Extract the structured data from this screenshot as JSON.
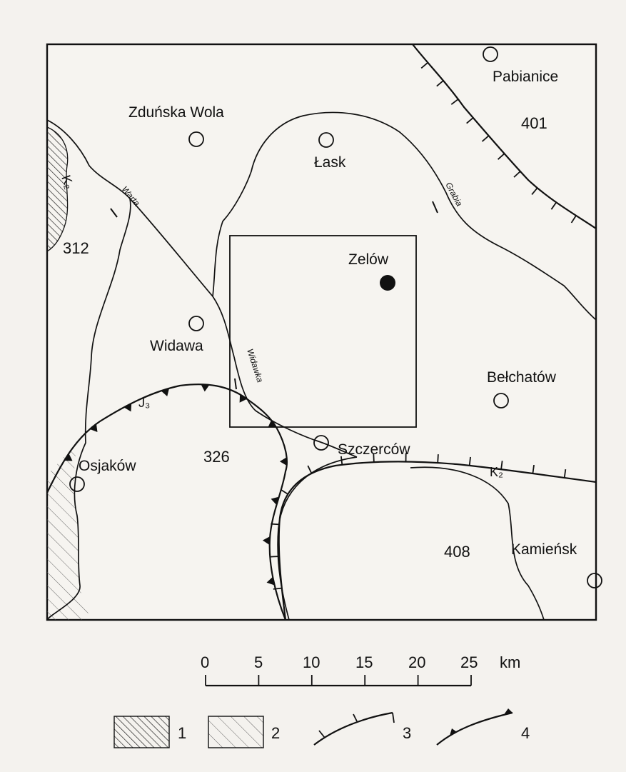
{
  "towns": [
    {
      "id": "zdunska-wola",
      "name": "Zduńska Wola"
    },
    {
      "id": "lask",
      "name": "Łask"
    },
    {
      "id": "pabianice",
      "name": "Pabianice"
    },
    {
      "id": "zelow",
      "name": "Zelów"
    },
    {
      "id": "widawa",
      "name": "Widawa"
    },
    {
      "id": "belchatow",
      "name": "Bełchatów"
    },
    {
      "id": "szczercow",
      "name": "Szczerców"
    },
    {
      "id": "osjakow",
      "name": "Osjaków"
    },
    {
      "id": "kamiensk",
      "name": "Kamieńsk"
    }
  ],
  "units": [
    "312",
    "401",
    "326",
    "408"
  ],
  "rivers": [
    "Warta",
    "Grabia",
    "Widawka"
  ],
  "geology": {
    "k2_upper": "K₂",
    "j3": "J₃",
    "k2_lower": "K₂"
  },
  "scale": {
    "ticks": [
      "0",
      "5",
      "10",
      "15",
      "20",
      "25"
    ],
    "unit": "km"
  },
  "legend": [
    "1",
    "2",
    "3",
    "4"
  ]
}
